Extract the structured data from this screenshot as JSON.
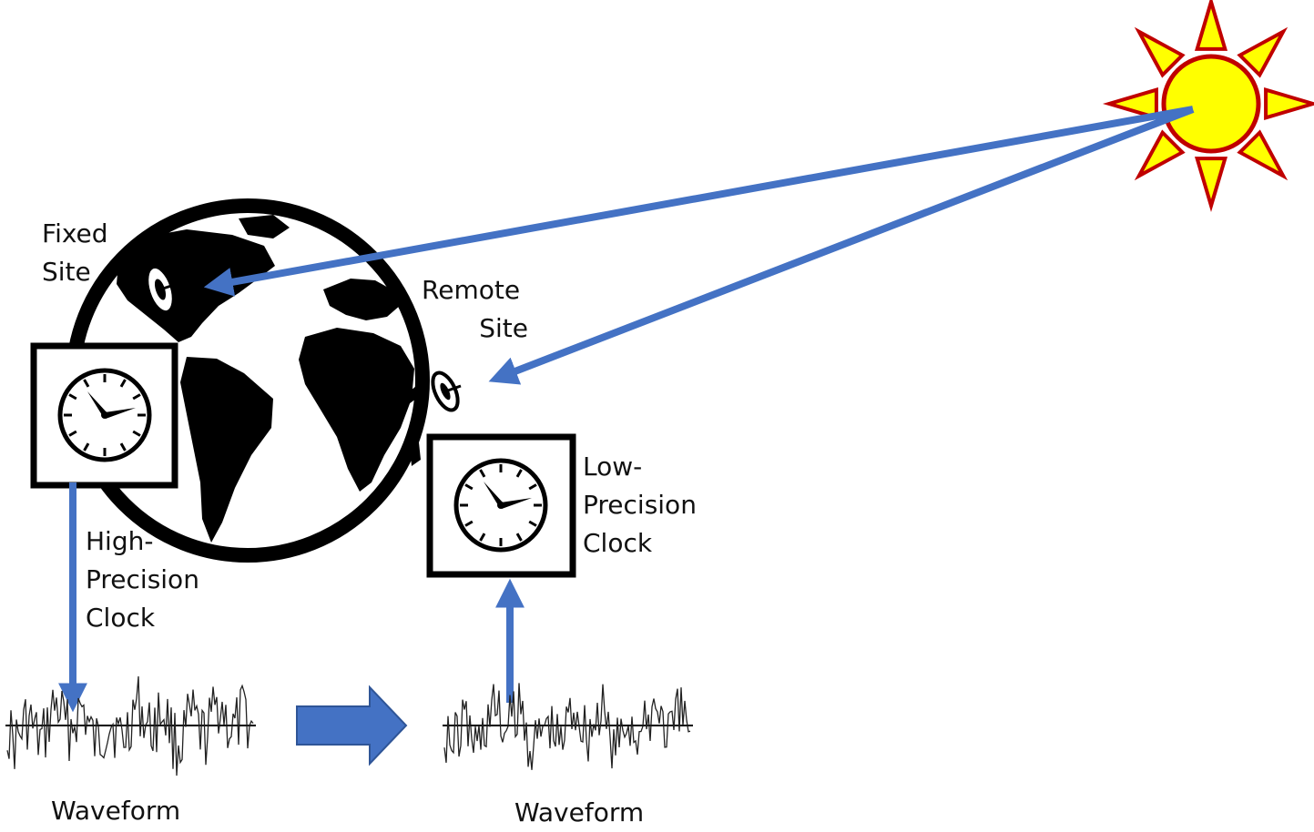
{
  "labels": {
    "fixed_site": [
      "Fixed",
      "Site"
    ],
    "remote_site": [
      "Remote",
      "Site"
    ],
    "high_precision_clock": [
      "High-",
      "Precision",
      "Clock"
    ],
    "low_precision_clock": [
      "Low-",
      "Precision",
      "Clock"
    ],
    "waveform_left": "Waveform",
    "waveform_right": "Waveform"
  },
  "icons": [
    "sun-icon",
    "globe-icon",
    "satellite-dish-icon",
    "clock-icon",
    "waveform-icon",
    "block-arrow-right-icon"
  ],
  "colors": {
    "arrow": "#4472C4",
    "sun_fill": "#FFFF00",
    "sun_stroke": "#C00000",
    "ink": "#000000",
    "background": "#FFFFFF"
  }
}
